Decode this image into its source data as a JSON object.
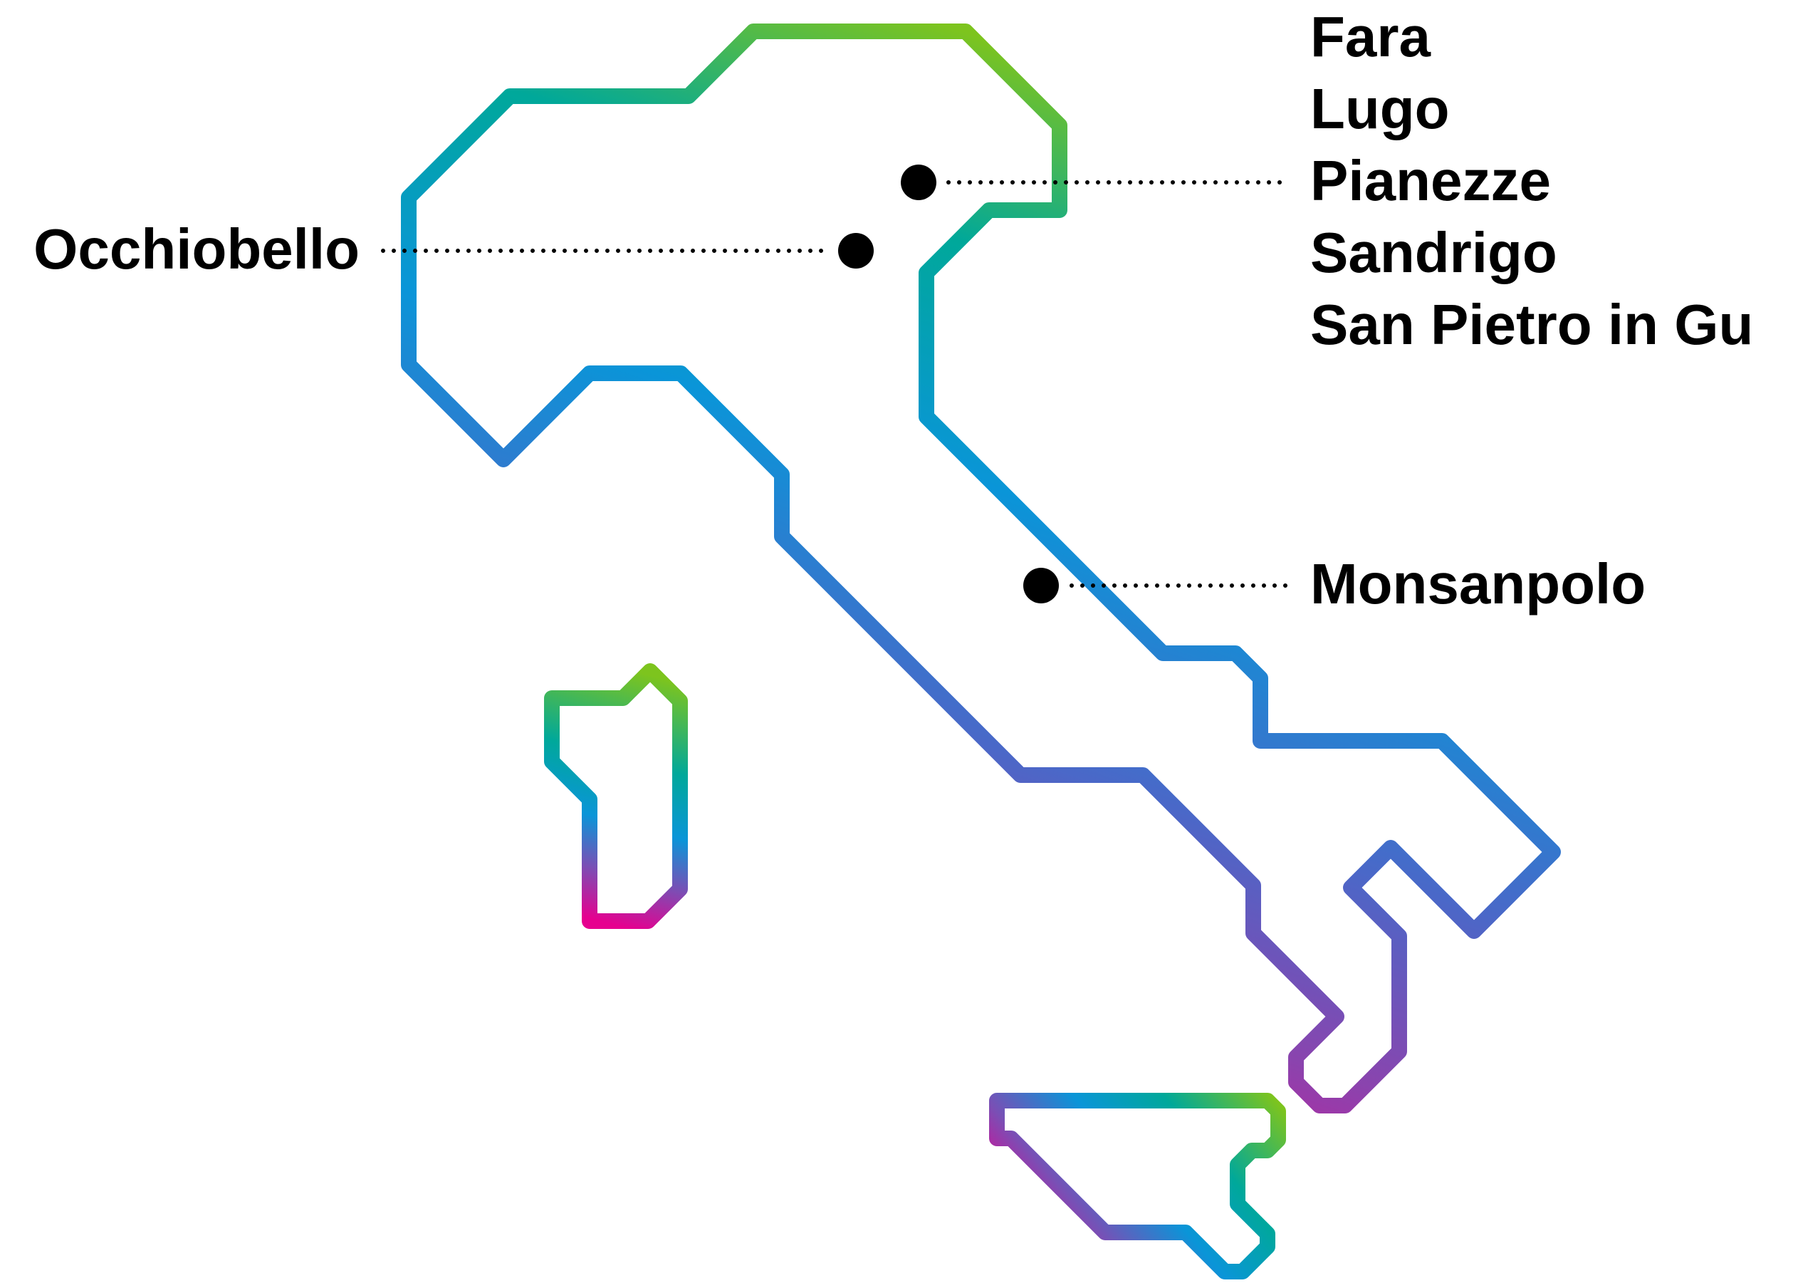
{
  "map": {
    "colors": {
      "background": "#ffffff",
      "text": "#000000",
      "marker": "#000000",
      "gradient_green": "#7dc41e",
      "gradient_teal": "#00a89a",
      "gradient_blue": "#0a7fd4",
      "gradient_purple": "#7a4fb5",
      "gradient_magenta": "#e6008f"
    },
    "markers": [
      {
        "name": "marker-north-east",
        "labels": [
          "Fara",
          "Lugo",
          "Pianezze",
          "Sandrigo",
          "San Pietro in Gu"
        ]
      },
      {
        "name": "marker-north-west",
        "labels": [
          "Occhiobello"
        ]
      },
      {
        "name": "marker-center-east",
        "labels": [
          "Monsanpolo"
        ]
      }
    ]
  }
}
